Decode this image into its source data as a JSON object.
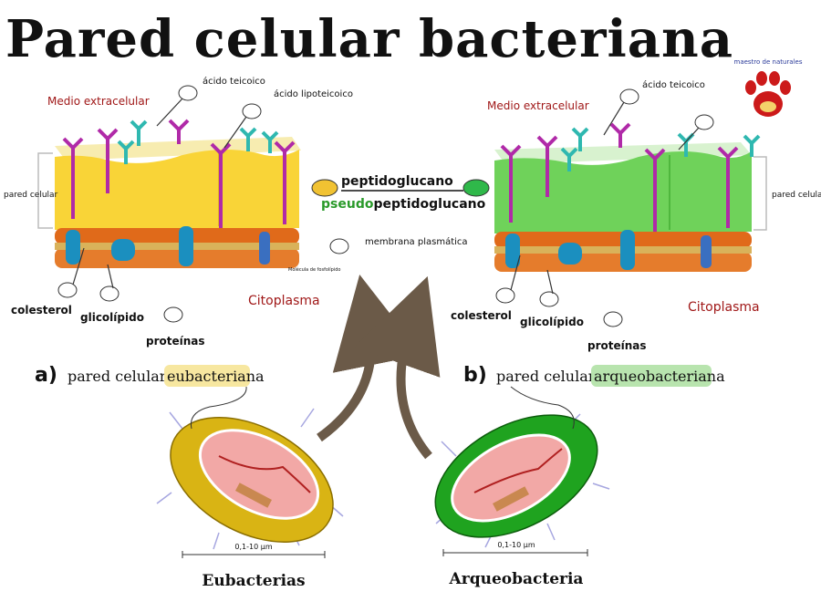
{
  "title": "Pared celular bacteriana",
  "logo": {
    "text": "maestro de naturales",
    "colors": {
      "paw": "#cc1a1a",
      "ring_text": "#2a3a99"
    }
  },
  "colors": {
    "eubacteria_wall": "#f9d437",
    "eubacteria_wall_dark": "#e0b820",
    "archaea_wall": "#6fd25a",
    "archaea_wall_dark": "#4fb73d",
    "membrane": "#e06a1a",
    "protein": "#1b8fbf",
    "teichoic": "#b02aa8",
    "glyco": "#2fb8b0",
    "arrow": "#6b5a48",
    "cytoplasm_text": "#a01818"
  },
  "eubacteria_panel": {
    "medio_extracelular": "Medio extracelular",
    "acido_teicoico": "ácido teicoico",
    "acido_lipoteicoico": "ácido lipoteicoico",
    "pared_celular": "pared celular",
    "membrana_plasmatica": "membrana plasmática",
    "molecula_fosfolipido": "Molécula de fosfolípido",
    "citoplasma": "Citoplasma",
    "colesterol": "colesterol",
    "glicolipido": "glicolípido",
    "proteinas": "proteínas"
  },
  "archaea_panel": {
    "medio_extracelular": "Medio extracelular",
    "acido_teicoico": "ácido teicoico",
    "pared_celular": "pared celular",
    "citoplasma": "Citoplasma",
    "colesterol": "colesterol",
    "glicolipido": "glicolípido",
    "proteinas": "proteínas"
  },
  "center": {
    "peptidoglucano": "peptidoglucano",
    "pseudo": "pseudo",
    "pseudo_rest": "peptidoglucano"
  },
  "captions": {
    "a_letter": "a)",
    "a_text": "pared celular",
    "a_highlight": "eubacteriana",
    "b_letter": "b)",
    "b_text": "pared celular",
    "b_highlight": "arqueobacteriana"
  },
  "cells": {
    "eubacterias": "Eubacterias",
    "arqueobacteria": "Arqueobacteria",
    "scale": "0,1-10 µm"
  }
}
